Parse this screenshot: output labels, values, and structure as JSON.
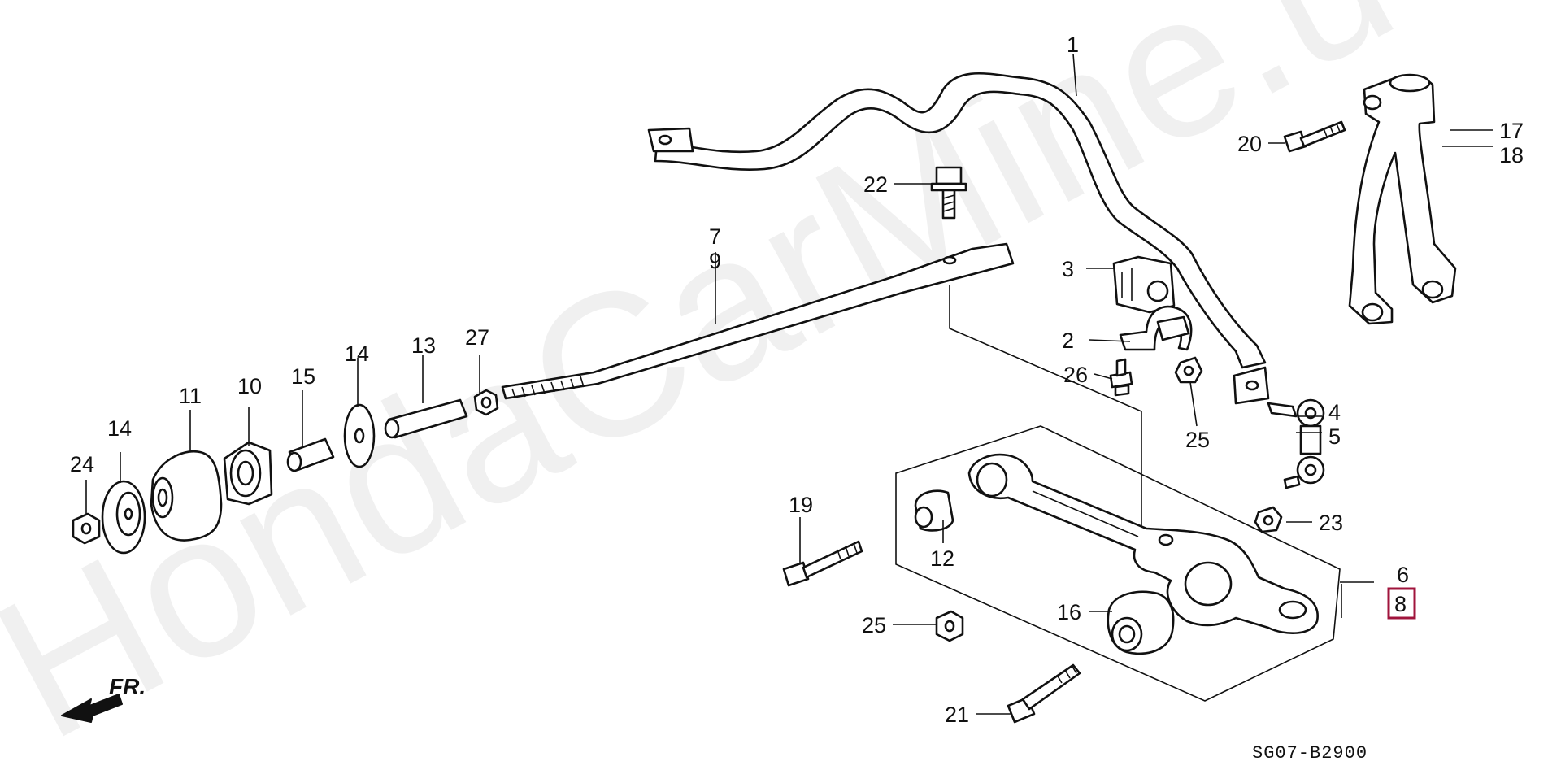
{
  "watermark": "HondaCarMine.u",
  "diagram_code": "SG07-B2900",
  "direction_label": "FR.",
  "highlighted_callout": "8",
  "callouts": {
    "c1": "1",
    "c2": "2",
    "c3": "3",
    "c4": "4",
    "c5": "5",
    "c6": "6",
    "c7": "7",
    "c8": "8",
    "c9": "9",
    "c10": "10",
    "c11": "11",
    "c12": "12",
    "c13": "13",
    "c14a": "14",
    "c14b": "14",
    "c15": "15",
    "c16": "16",
    "c17": "17",
    "c18": "18",
    "c19": "19",
    "c20": "20",
    "c21": "21",
    "c22": "22",
    "c23": "23",
    "c24": "24",
    "c25a": "25",
    "c25b": "25",
    "c26": "26",
    "c27": "27"
  },
  "colors": {
    "line": "#111111",
    "highlight": "#a0143c",
    "watermark": "#000000"
  }
}
